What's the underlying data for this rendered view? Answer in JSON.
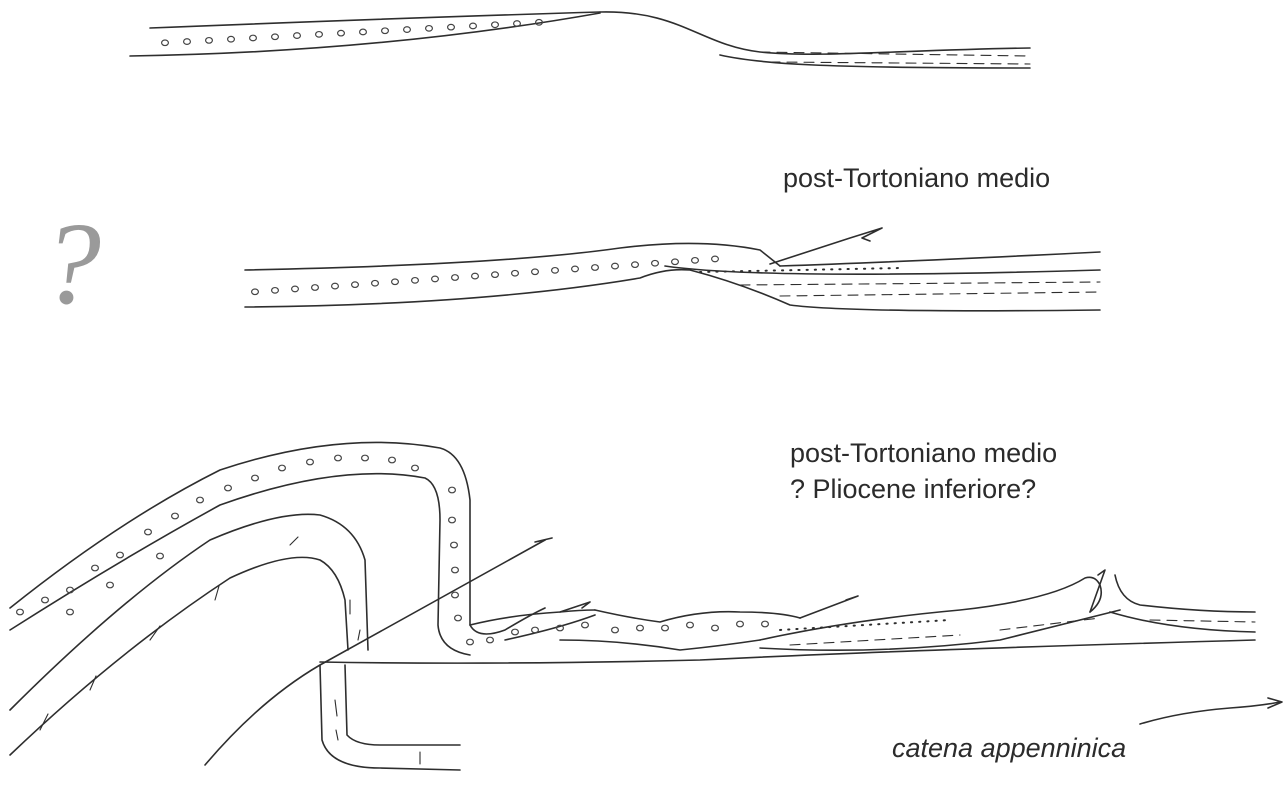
{
  "labels": {
    "stage_2": "post-Tortoniano medio",
    "stage_3_line1": "post-Tortoniano medio",
    "stage_3_line2": "? Pliocene inferiore?",
    "direction": "catena appenninica",
    "question_mark": "?"
  },
  "colors": {
    "line": "#2e2e2e",
    "text": "#2b2b2b",
    "question_mark": "#9a9a9a",
    "background": "#ffffff"
  }
}
